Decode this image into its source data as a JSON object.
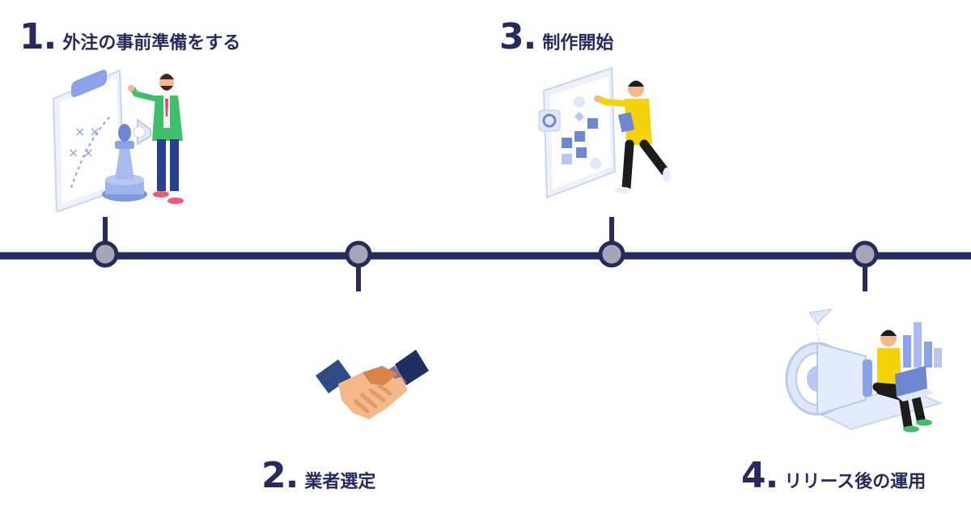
{
  "colors": {
    "navy": "#262a5c",
    "node_fill": "#a6a6b6",
    "accent_blue": "#8aa3e8",
    "light_blue": "#dfe7fa",
    "green": "#3fbf6a",
    "yellow": "#f4d20c",
    "skin": "#f4b98a"
  },
  "steps": [
    {
      "number": "1.",
      "title": "外注の事前準備をする",
      "icon": "strategy-chess-icon"
    },
    {
      "number": "2.",
      "title": "業者選定",
      "icon": "handshake-icon"
    },
    {
      "number": "3.",
      "title": "制作開始",
      "icon": "flowchart-planning-icon"
    },
    {
      "number": "4.",
      "title": "リリース後の運用",
      "icon": "megaphone-laptop-icon"
    }
  ]
}
